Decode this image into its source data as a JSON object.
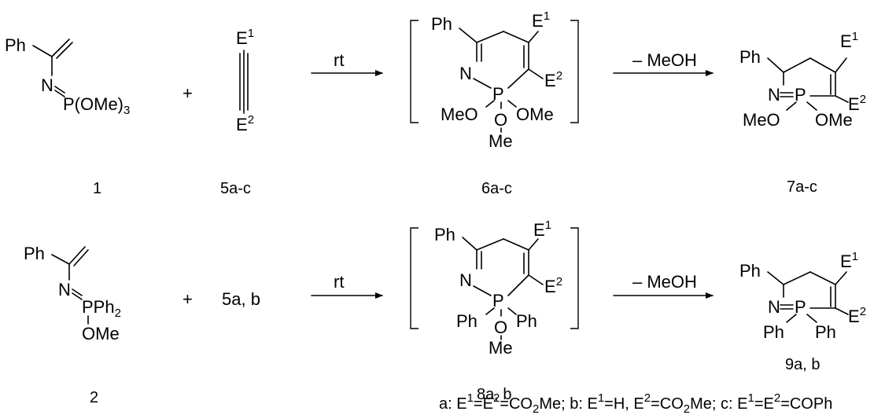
{
  "scheme": {
    "row1": {
      "reactant1": {
        "ph": "Ph",
        "n": "N",
        "p_group": "P(OMe)",
        "p_group_sub": "3",
        "label": "1"
      },
      "plus": "+",
      "alkyne": {
        "e1": "E",
        "e1_sup": "1",
        "e2": "E",
        "e2_sup": "2",
        "label": "5a-c"
      },
      "arrow1_label": "rt",
      "intermediate": {
        "ph": "Ph",
        "e1": "E",
        "e1_sup": "1",
        "n": "N",
        "e2": "E",
        "e2_sup": "2",
        "p": "P",
        "ome_left": "MeO",
        "ome_right": "OMe",
        "o": "O",
        "me": "Me",
        "label": "6a-c"
      },
      "arrow2_label": "– MeOH",
      "product": {
        "ph": "Ph",
        "e1": "E",
        "e1_sup": "1",
        "n": "N",
        "p": "P",
        "e2": "E",
        "e2_sup": "2",
        "ome_left": "MeO",
        "ome_right": "OMe",
        "label": "7a-c"
      }
    },
    "row2": {
      "reactant2": {
        "ph": "Ph",
        "n": "N",
        "p_group": "PPh",
        "p_group_sub": "2",
        "ome": "OMe",
        "label": "2"
      },
      "plus": "+",
      "alkyne_ref": "5a, b",
      "arrow1_label": "rt",
      "intermediate": {
        "ph": "Ph",
        "e1": "E",
        "e1_sup": "1",
        "n": "N",
        "e2": "E",
        "e2_sup": "2",
        "p": "P",
        "ph_left": "Ph",
        "ph_right": "Ph",
        "o": "O",
        "me": "Me",
        "label": "8a, b"
      },
      "arrow2_label": "– MeOH",
      "product": {
        "ph": "Ph",
        "e1": "E",
        "e1_sup": "1",
        "n": "N",
        "p": "P",
        "e2": "E",
        "e2_sup": "2",
        "ph_left": "Ph",
        "ph_right": "Ph",
        "label": "9a, b"
      }
    },
    "caption": {
      "a_lead": "a: E",
      "s1": "1",
      "a_mid1": "=E",
      "s2": "2",
      "a_mid2": "=CO",
      "sub2": "2",
      "a_end": "Me; b: E",
      "s3": "1",
      "b_mid1": "=H, E",
      "s4": "2",
      "b_mid2": "=CO",
      "sub4": "2",
      "b_end": "Me; c: E",
      "s5": "1",
      "c_mid": "=E",
      "s6": "2",
      "c_end": "=COPh"
    }
  }
}
